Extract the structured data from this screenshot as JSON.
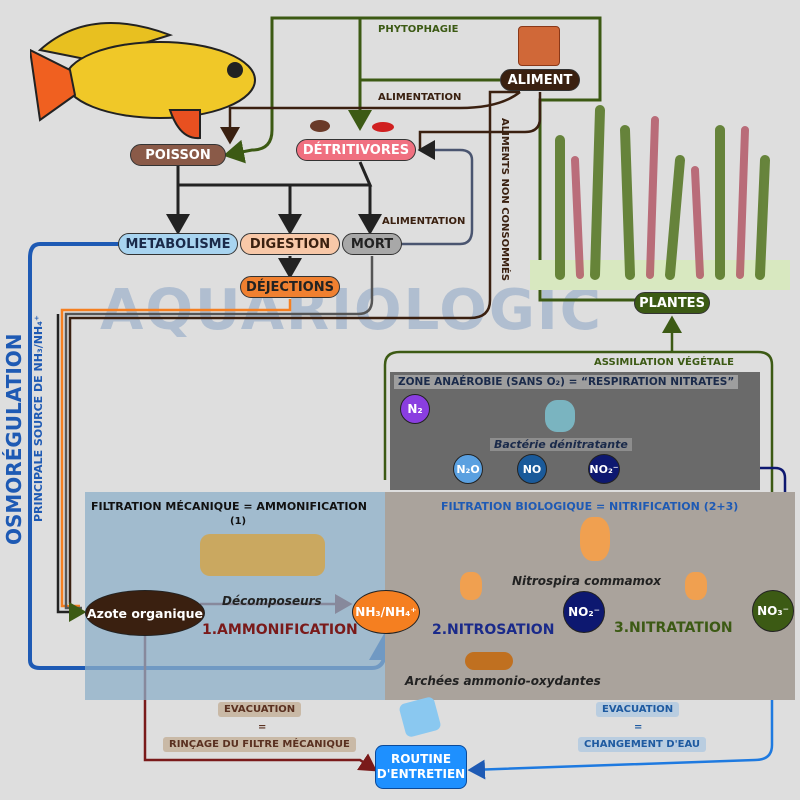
{
  "watermark": "AQUARIOLOGIC",
  "top": {
    "phytophagie": "PHYTOPHAGIE",
    "aliment": "ALIMENT",
    "alimentation_1": "ALIMENTATION",
    "alimentation_2": "ALIMENTATION",
    "aliments_non_consommes": "ALIMENTS NON CONSOMMÉS"
  },
  "organisms": {
    "poisson": "POISSON",
    "detritivores": "DÉTRITIVORES",
    "metabolisme": "METABOLISME",
    "digestion": "DIGESTION",
    "mort": "MORT",
    "dejections": "DÉJECTIONS",
    "plantes": "PLANTES",
    "assimilation": "ASSIMILATION VÉGÉTALE"
  },
  "side": {
    "osmoregulation": "OSMORÉGULATION",
    "source": "PRINCIPALE SOURCE DE NH₃/NH₄⁺"
  },
  "anaerobic": {
    "title": "ZONE ANAÉROBIE (SANS O₂) = “RESPIRATION NITRATES”",
    "n2": "N₂",
    "n2o": "N₂O",
    "no": "NO",
    "no2": "NO₂⁻",
    "bacteria": "Bactérie dénitratante"
  },
  "mechanical": {
    "title": "FILTRATION MÉCANIQUE = AMMONIFICATION",
    "num": "(1)",
    "azote": "Azote organique",
    "decomposeurs": "Décomposeurs",
    "step": "1.AMMONIFICATION"
  },
  "biological": {
    "title": "FILTRATION BIOLOGIQUE = NITRIFICATION (2+3)",
    "nitrospira": "Nitrospira commamox",
    "nh": "NH₃/NH₄⁺",
    "no2": "NO₂⁻",
    "no3": "NO₃⁻",
    "step2": "2.NITROSATION",
    "step3": "3.NITRATATION",
    "archees": "Archées  ammonio-oxydantes"
  },
  "maintenance": {
    "evac_left": "EVACUATION",
    "eq_left": "=",
    "rincage": "RINÇAGE DU FILTRE MÉCANIQUE",
    "evac_right": "EVACUATION",
    "eq_right": "=",
    "changement": "CHANGEMENT D'EAU",
    "routine": "ROUTINE D'ENTRETIEN"
  },
  "colors": {
    "brown": "#3a2010",
    "green": "#3c5a14",
    "blue": "#1e5ab4",
    "orange": "#f57f20",
    "navy": "#0d1870",
    "red": "#7a1a1a"
  }
}
